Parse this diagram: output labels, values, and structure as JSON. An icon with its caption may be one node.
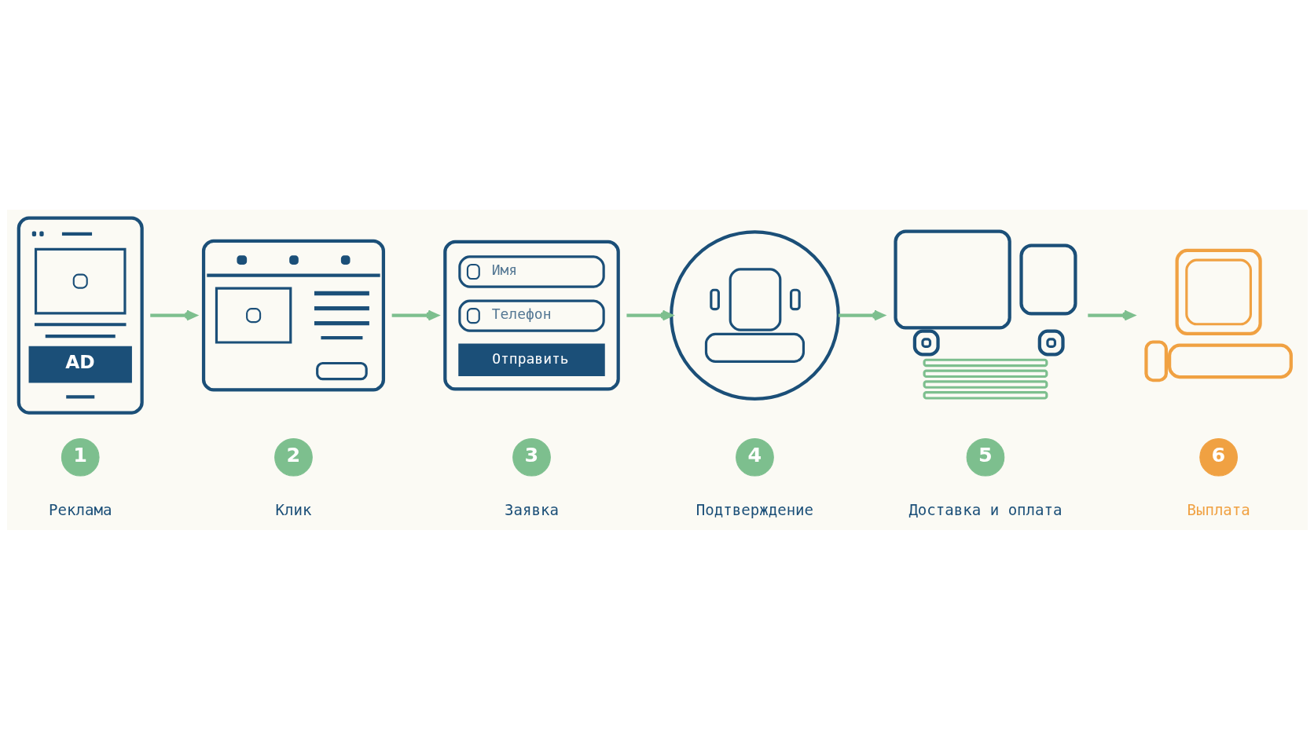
{
  "diagram": {
    "nodes": [
      {
        "text": [
          "AD"
        ]
      },
      {
        "text": [],
        "shape": "picture"
      },
      {
        "text": [
          "Имя",
          "Телефон",
          "Отправить"
        ]
      },
      {
        "text": [],
        "shape": "picture"
      },
      {
        "text": [],
        "shape": "picture"
      },
      {
        "text": [],
        "shape": "picture"
      },
      {
        "text": [
          "1"
        ],
        "beside": [
          "Реклама"
        ]
      },
      {
        "text": [
          "2"
        ],
        "beside": [
          "Клик"
        ]
      },
      {
        "text": [
          "3"
        ],
        "beside": [
          "Заявка"
        ]
      },
      {
        "text": [
          "4"
        ],
        "beside": [
          "Подтверждение"
        ]
      },
      {
        "text": [
          "5"
        ],
        "beside": [
          "Доставка и оплата"
        ]
      },
      {
        "text": [
          "6"
        ],
        "beside": [
          "Выплата"
        ]
      }
    ],
    "edges": [
      {
        "from": 0,
        "to": 1,
        "arrow": "to"
      },
      {
        "from": 1,
        "to": 2,
        "arrow": "to"
      },
      {
        "from": 2,
        "to": 3,
        "arrow": "to"
      },
      {
        "from": 3,
        "to": 4,
        "arrow": "to"
      },
      {
        "from": 4,
        "to": 5,
        "arrow": "to"
      }
    ]
  }
}
